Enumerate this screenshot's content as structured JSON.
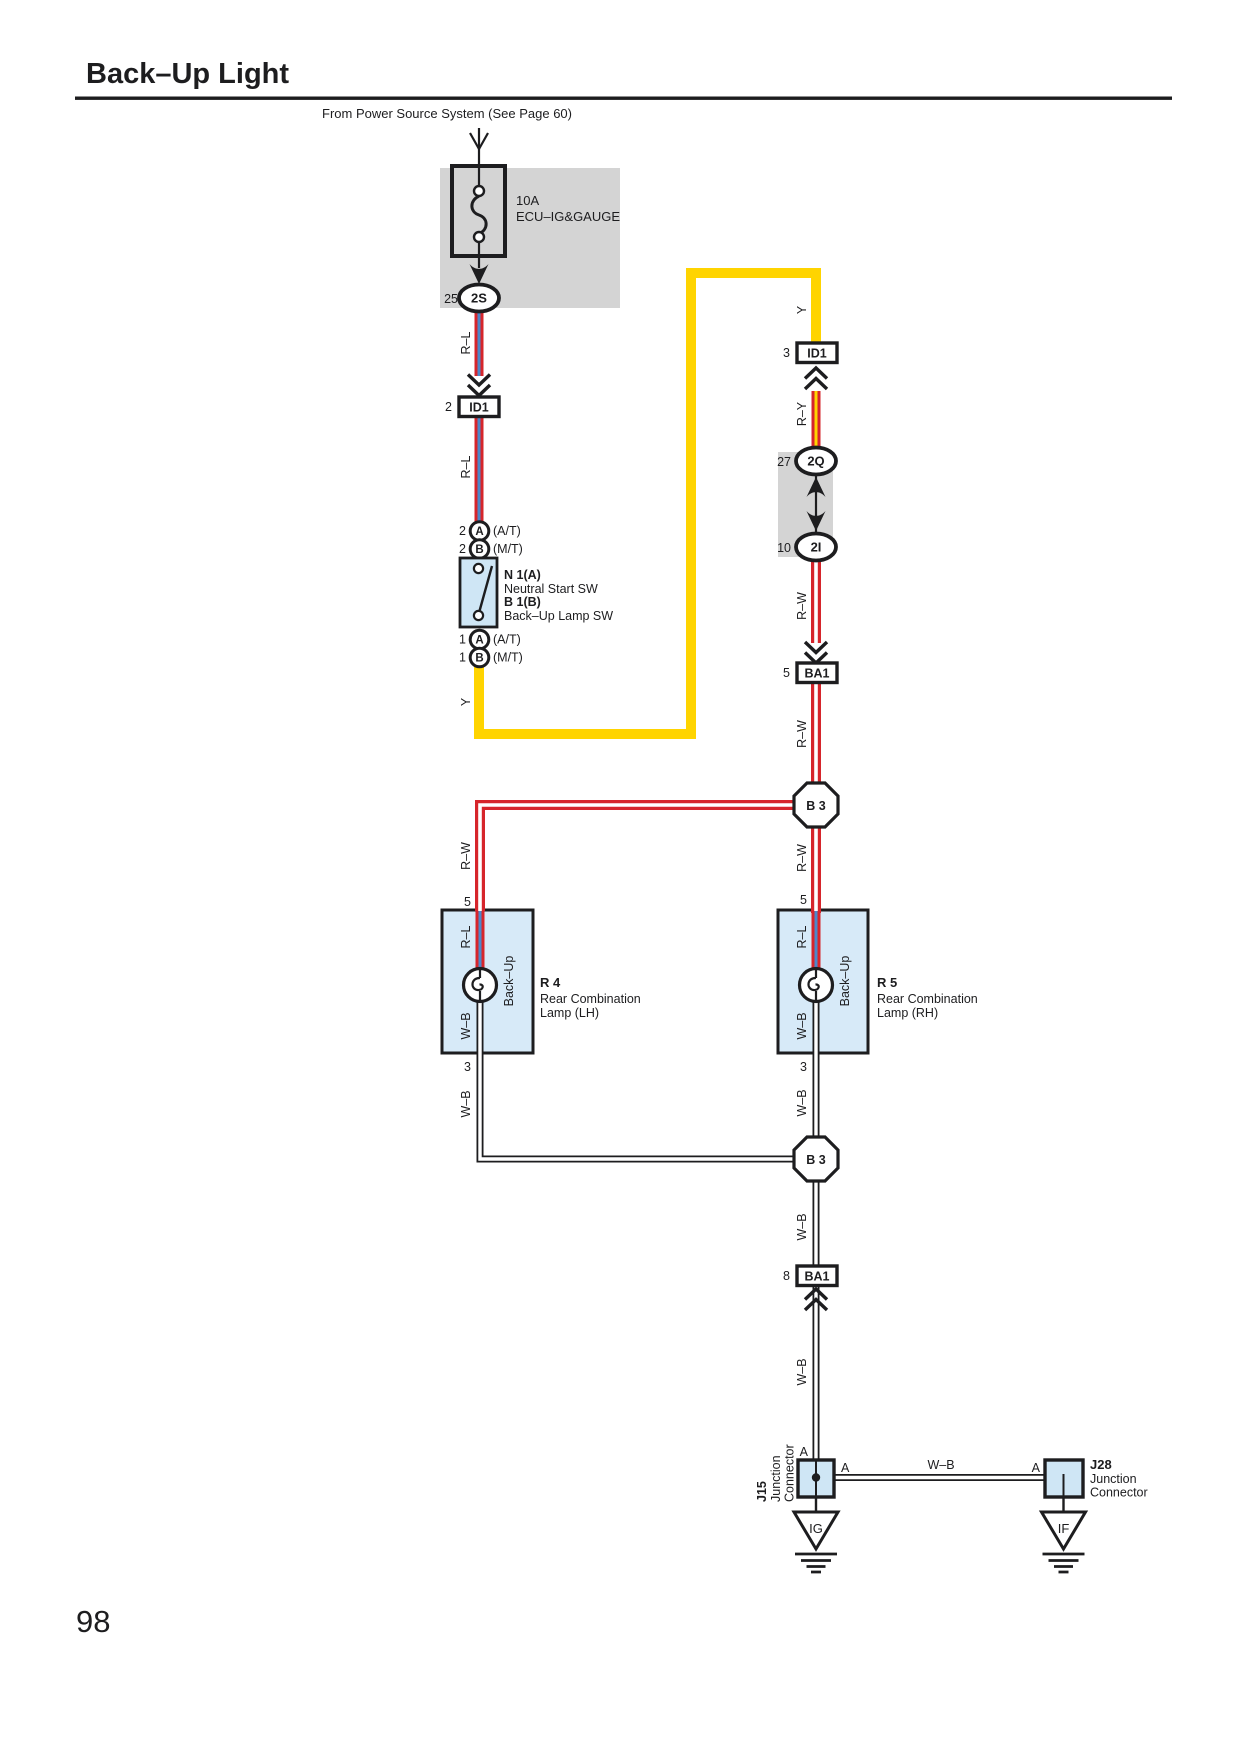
{
  "page": {
    "title": "Back–Up Light",
    "page_number": "98"
  },
  "colors": {
    "wire_red": "#d6252b",
    "wire_yellow": "#ffd400",
    "wire_stripe_blue": "#4d87c9",
    "panel_gray": "#d4d4d4",
    "component_blue": "#d7eaf8",
    "line_black": "#1d1d1f"
  },
  "diagram": {
    "source_note": "From Power Source System (See Page 60)",
    "fuse": {
      "rating": "10A",
      "name": "ECU–IG&GAUGE"
    },
    "connectors": {
      "s2s": {
        "pin": "25",
        "code": "2S"
      },
      "id1_left": {
        "pin": "2",
        "code": "ID1"
      },
      "id1_right": {
        "pin": "3",
        "code": "ID1"
      },
      "q2q": {
        "pin": "27",
        "code": "2Q"
      },
      "i2i": {
        "pin": "10",
        "code": "2I"
      },
      "ba1_upper": {
        "pin": "5",
        "code": "BA1"
      },
      "ba1_lower": {
        "pin": "8",
        "code": "BA1"
      },
      "b3_upper": {
        "code": "B 3"
      },
      "b3_lower": {
        "code": "B 3"
      }
    },
    "neutral_switch": {
      "pin_upper": "2",
      "pin_lower": "1",
      "term_a": "A",
      "term_b": "B",
      "at_label": "(A/T)",
      "mt_label": "(M/T)",
      "code_a": "N 1(A)",
      "name_a": "Neutral Start SW",
      "code_b": "B 1(B)",
      "name_b": "Back–Up Lamp SW"
    },
    "wires": {
      "rl1": "R–L",
      "rl2": "R–L",
      "y_left": "Y",
      "y_right": "Y",
      "ry": "R–Y",
      "rw1": "R–W",
      "rw2": "R–W",
      "rw_left": "R–W",
      "rw_right": "R–W",
      "lamp_rl_left": "R–L",
      "lamp_wb_left": "W–B",
      "lamp_rl_right": "R–L",
      "lamp_wb_right": "W–B",
      "wb_below_left": "W–B",
      "wb_below_right": "W–B",
      "wb_mid": "W–B",
      "wb_lower": "W–B",
      "wb_bottom": "W–B"
    },
    "lamp_left": {
      "pin_in": "5",
      "pin_out": "3",
      "bulb": "Back–Up",
      "code": "R 4",
      "name1": "Rear Combination",
      "name2": "Lamp (LH)"
    },
    "lamp_right": {
      "pin_in": "5",
      "pin_out": "3",
      "bulb": "Back–Up",
      "code": "R 5",
      "name1": "Rear Combination",
      "name2": "Lamp (RH)"
    },
    "j15": {
      "code": "J15",
      "name1": "Junction",
      "name2": "Connector",
      "pin_top": "A",
      "pin_right": "A",
      "ground": "IG"
    },
    "j28": {
      "code": "J28",
      "name1": "Junction",
      "name2": "Connector",
      "pin_left": "A",
      "ground": "IF"
    }
  }
}
